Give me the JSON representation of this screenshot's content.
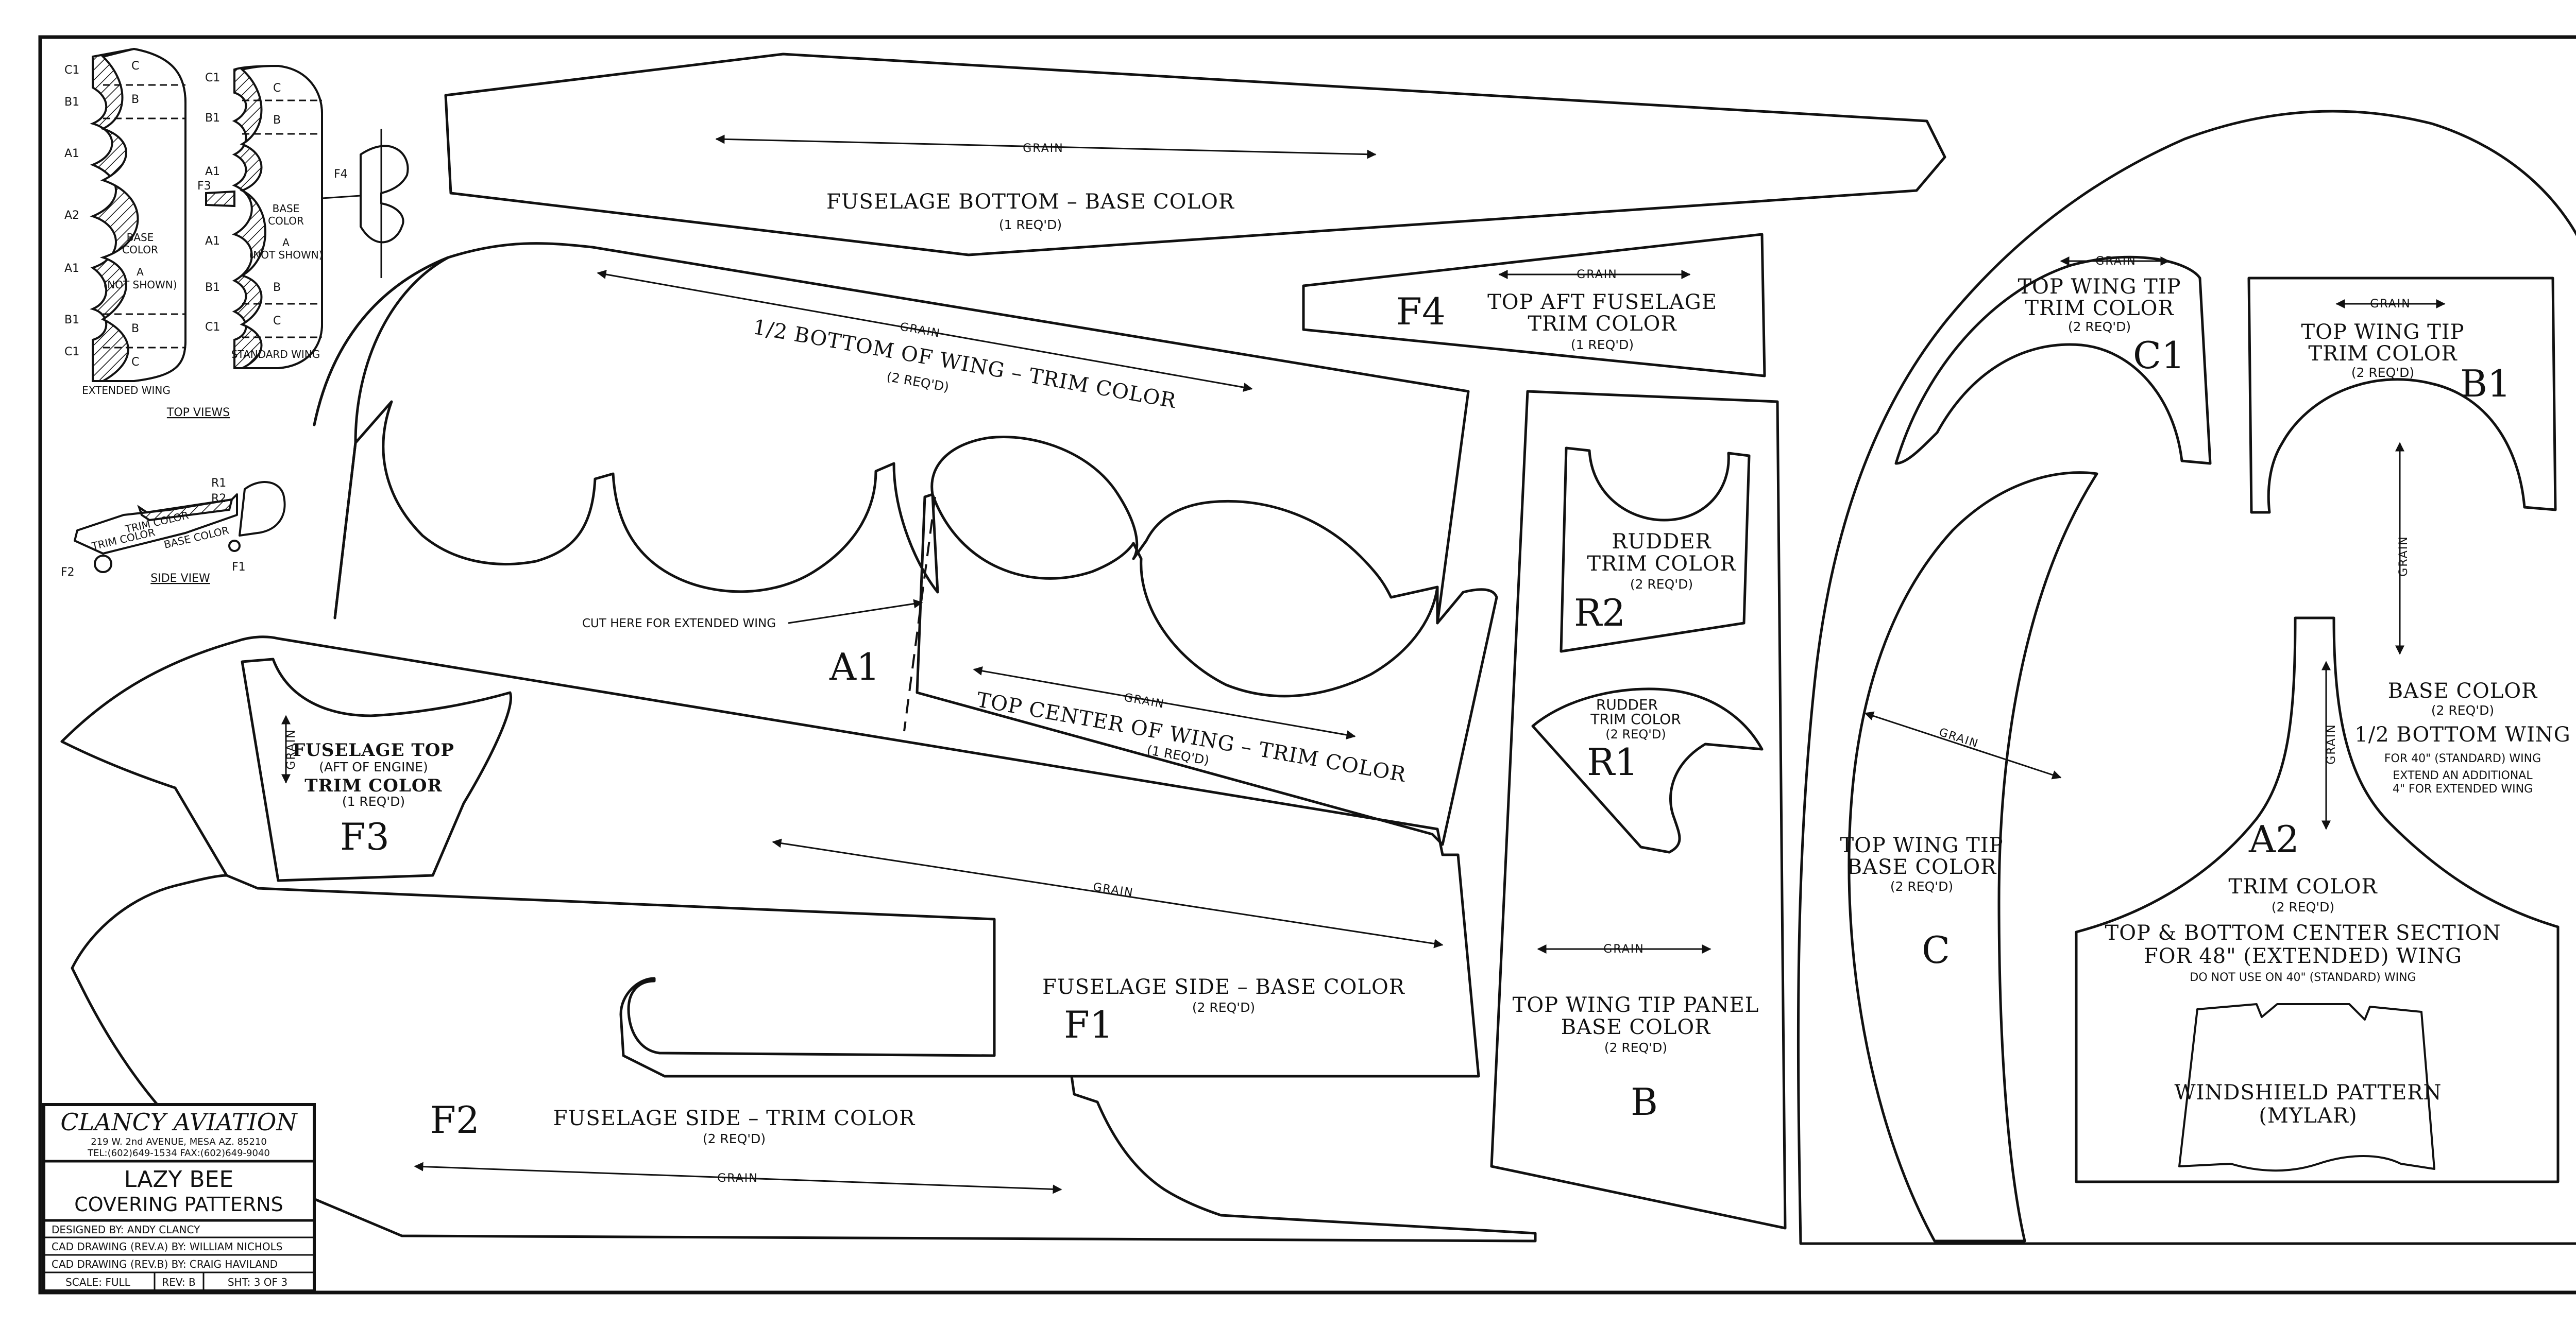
{
  "pieces": {
    "fuselage_bottom": {
      "grain": "GRAIN",
      "title": "FUSELAGE BOTTOM – BASE COLOR",
      "req": "(1 REQ'D)"
    },
    "half_bottom_wing_trim": {
      "grain": "GRAIN",
      "title": "1/2 BOTTOM OF WING – TRIM COLOR",
      "req": "(2 REQ'D)"
    },
    "a1": {
      "letter": "A1",
      "cut_note": "CUT HERE FOR EXTENDED WING",
      "grain": "GRAIN",
      "title": "TOP CENTER OF WING – TRIM COLOR",
      "req": "(1 REQ'D)"
    },
    "f4": {
      "letter": "F4",
      "grain": "GRAIN",
      "line1": "TOP AFT FUSELAGE",
      "line2": "TRIM COLOR",
      "req": "(1 REQ'D)"
    },
    "r2": {
      "letter": "R2",
      "line1": "RUDDER",
      "line2": "TRIM COLOR",
      "req": "(2 REQ'D)"
    },
    "r1": {
      "letter": "R1",
      "line1": "RUDDER",
      "line2": "TRIM COLOR",
      "req": "(2 REQ'D)"
    },
    "f3": {
      "letter": "F3",
      "grain": "GRAIN",
      "line1": "FUSELAGE TOP",
      "line2": "(AFT OF ENGINE)",
      "line3": "TRIM COLOR",
      "req": "(1 REQ'D)"
    },
    "f1": {
      "letter": "F1",
      "grain": "GRAIN",
      "title": "FUSELAGE SIDE – BASE COLOR",
      "req": "(2 REQ'D)"
    },
    "f2": {
      "letter": "F2",
      "grain": "GRAIN",
      "title": "FUSELAGE SIDE – TRIM COLOR",
      "req": "(2 REQ'D)"
    },
    "b": {
      "letter": "B",
      "grain": "GRAIN",
      "line1": "TOP WING TIP PANEL",
      "line2": "BASE COLOR",
      "req": "(2 REQ'D)"
    },
    "c1": {
      "letter": "C1",
      "grain": "GRAIN",
      "line1": "TOP WING TIP",
      "line2": "TRIM COLOR",
      "req": "(2 REQ'D)"
    },
    "b1": {
      "letter": "B1",
      "grain": "GRAIN",
      "line1": "TOP WING TIP",
      "line2": "TRIM COLOR",
      "req": "(2 REQ'D)"
    },
    "c": {
      "letter": "C",
      "grain": "GRAIN",
      "line1": "TOP WING TIP",
      "line2": "BASE COLOR",
      "req": "(2 REQ'D)"
    },
    "a2": {
      "letter": "A2",
      "grain_top": "GRAIN",
      "grain_side": "GRAIN",
      "base_color": "BASE COLOR",
      "base_req": "(2 REQ'D)",
      "half_bottom": "1/2 BOTTOM WING",
      "std_note": "FOR 40\" (STANDARD) WING",
      "extend1": "EXTEND AN ADDITIONAL",
      "extend2": "4\" FOR EXTENDED WING",
      "trim": "TRIM COLOR",
      "trim_req": "(2 REQ'D)",
      "center1": "TOP & BOTTOM CENTER SECTION",
      "center2": "FOR 48\" (EXTENDED) WING",
      "donot": "DO NOT USE ON 40\" (STANDARD) WING"
    },
    "windshield": {
      "line1": "WINDSHIELD PATTERN",
      "line2": "(MYLAR)"
    }
  },
  "top_views": {
    "extended_labels": [
      "C1",
      "B1",
      "A1",
      "A2",
      "A1",
      "B1",
      "C1"
    ],
    "extended_inner": [
      "C",
      "B",
      "B",
      "C"
    ],
    "extended_text": [
      "BASE",
      "COLOR",
      "A",
      "(NOT SHOWN)"
    ],
    "extended_caption": "EXTENDED WING",
    "standard_labels": [
      "C1",
      "B1",
      "A1",
      "A1",
      "B1",
      "C1"
    ],
    "standard_inner": [
      "C",
      "B",
      "B",
      "C"
    ],
    "standard_text": [
      "BASE",
      "COLOR",
      "A",
      "(NOT SHOWN)"
    ],
    "standard_caption": "STANDARD WING",
    "f3": "F3",
    "f4": "F4",
    "title": "TOP VIEWS"
  },
  "side_view": {
    "labels": [
      "R1",
      "R2",
      "F2",
      "F1"
    ],
    "trim1": "TRIM COLOR",
    "trim2": "TRIM COLOR",
    "base": "BASE COLOR",
    "title": "SIDE VIEW"
  },
  "title_block": {
    "company": "CLANCY AVIATION",
    "address": "219 W. 2nd AVENUE, MESA AZ. 85210",
    "phone": "TEL:(602)649-1534   FAX:(602)649-9040",
    "project": "LAZY BEE",
    "subtitle": "COVERING PATTERNS",
    "designed": "DESIGNED BY: ANDY CLANCY",
    "cad_a": "CAD DRAWING (REV.A) BY: WILLIAM NICHOLS",
    "cad_b": "CAD DRAWING (REV.B) BY: CRAIG HAVILAND",
    "scale": "SCALE: FULL",
    "rev": "REV: B",
    "sheet": "SHT: 3 OF 3"
  }
}
